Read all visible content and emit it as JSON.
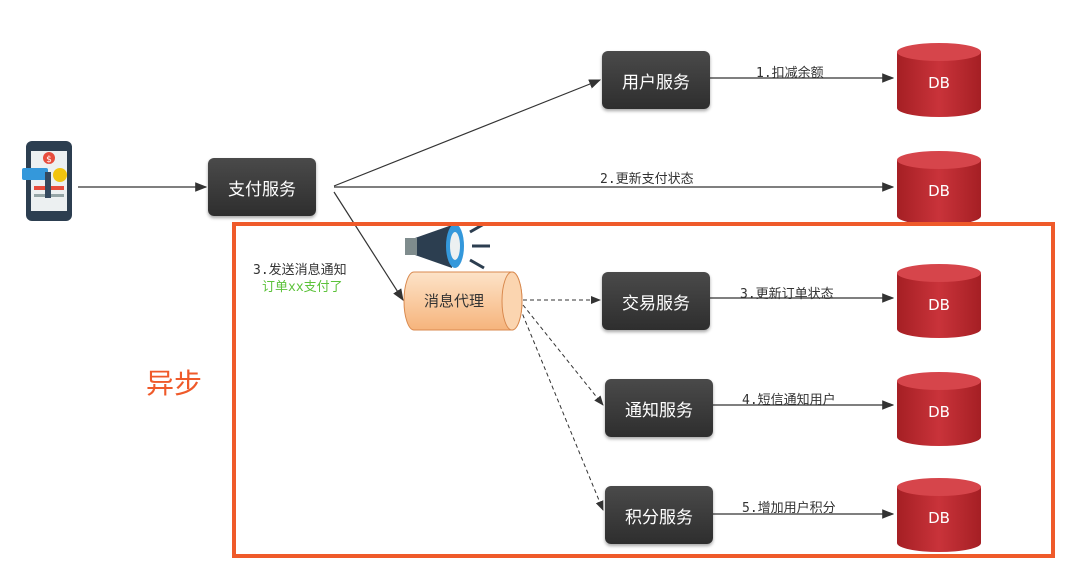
{
  "services": {
    "user": "用户服务",
    "pay": "支付服务",
    "trade": "交易服务",
    "notify": "通知服务",
    "points": "积分服务"
  },
  "broker": "消息代理",
  "db_label": "DB",
  "edges": {
    "e1": "1.扣减余额",
    "e2": "2.更新支付状态",
    "e3a": "3.发送消息通知",
    "e3b": "订单xx支付了",
    "t3": "3.更新订单状态",
    "t4": "4.短信通知用户",
    "t5": "5.增加用户积分"
  },
  "async_label": "异步",
  "colors": {
    "service_box": "#3a3a3a",
    "db": "#c0282e",
    "async_border": "#ef5a2a",
    "note_green": "#5cc23a",
    "broker_fill": "#f9c79a"
  }
}
